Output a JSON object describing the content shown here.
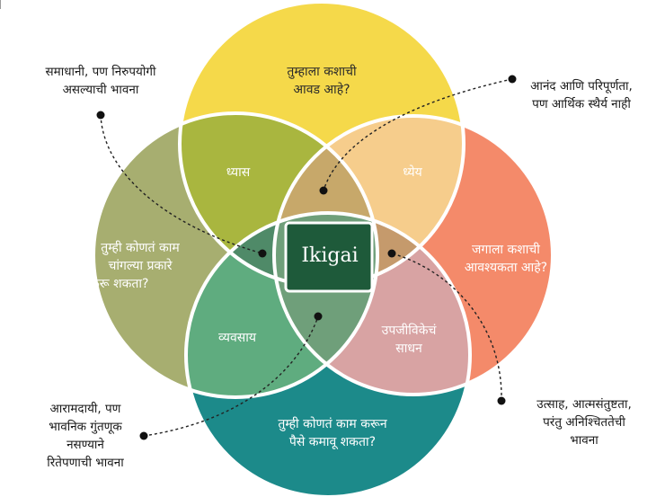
{
  "center": "Ikigai",
  "circles": {
    "top": {
      "line1": "तुम्हाला कशाची",
      "line2": "आवड आहे?"
    },
    "left": {
      "line1": "तुम्ही कोणतं काम",
      "line2": "चांगल्या प्रकारे",
      "line3": "करू शकता?"
    },
    "right": {
      "line1": "जगाला कशाची",
      "line2": "आवश्यकता आहे?"
    },
    "bottom": {
      "line1": "तुम्ही कोणतं काम करून",
      "line2": "पैसे कमावू शकता?"
    }
  },
  "intersections": {
    "passion": "ध्यास",
    "mission": "ध्येय",
    "profession": "व्यवसाय",
    "vocation_line1": "उपजीविकेचं",
    "vocation_line2": "साधन"
  },
  "notes": {
    "top_left": {
      "line1": "समाधानी, पण निरुपयोगी",
      "line2": "असल्याची भावना"
    },
    "top_right": {
      "line1": "आनंद आणि परिपूर्णता,",
      "line2": "पण आर्थिक स्थैर्य नाही"
    },
    "bottom_left": {
      "line1": "आरामदायी, पण",
      "line2": "भावनिक गुंतणूक",
      "line3": "नसण्याने",
      "line4": "रितेपणाची भावना"
    },
    "bottom_right": {
      "line1": "उत्साह, आत्मसंतुष्टता,",
      "line2": "परंतु अनिश्चिततेची",
      "line3": "भावना"
    }
  },
  "colors": {
    "top": "#f5d94a",
    "left": "#a7ae70",
    "right": "#f48a6a",
    "bottom": "#1c8a8a",
    "passion": "#a9b63f",
    "mission": "#f6cd8c",
    "profession": "#5fac7f",
    "vocation": "#d8a3a3",
    "center": "#1e5a3a",
    "stroke": "#ffffff",
    "dot": "#111111"
  }
}
